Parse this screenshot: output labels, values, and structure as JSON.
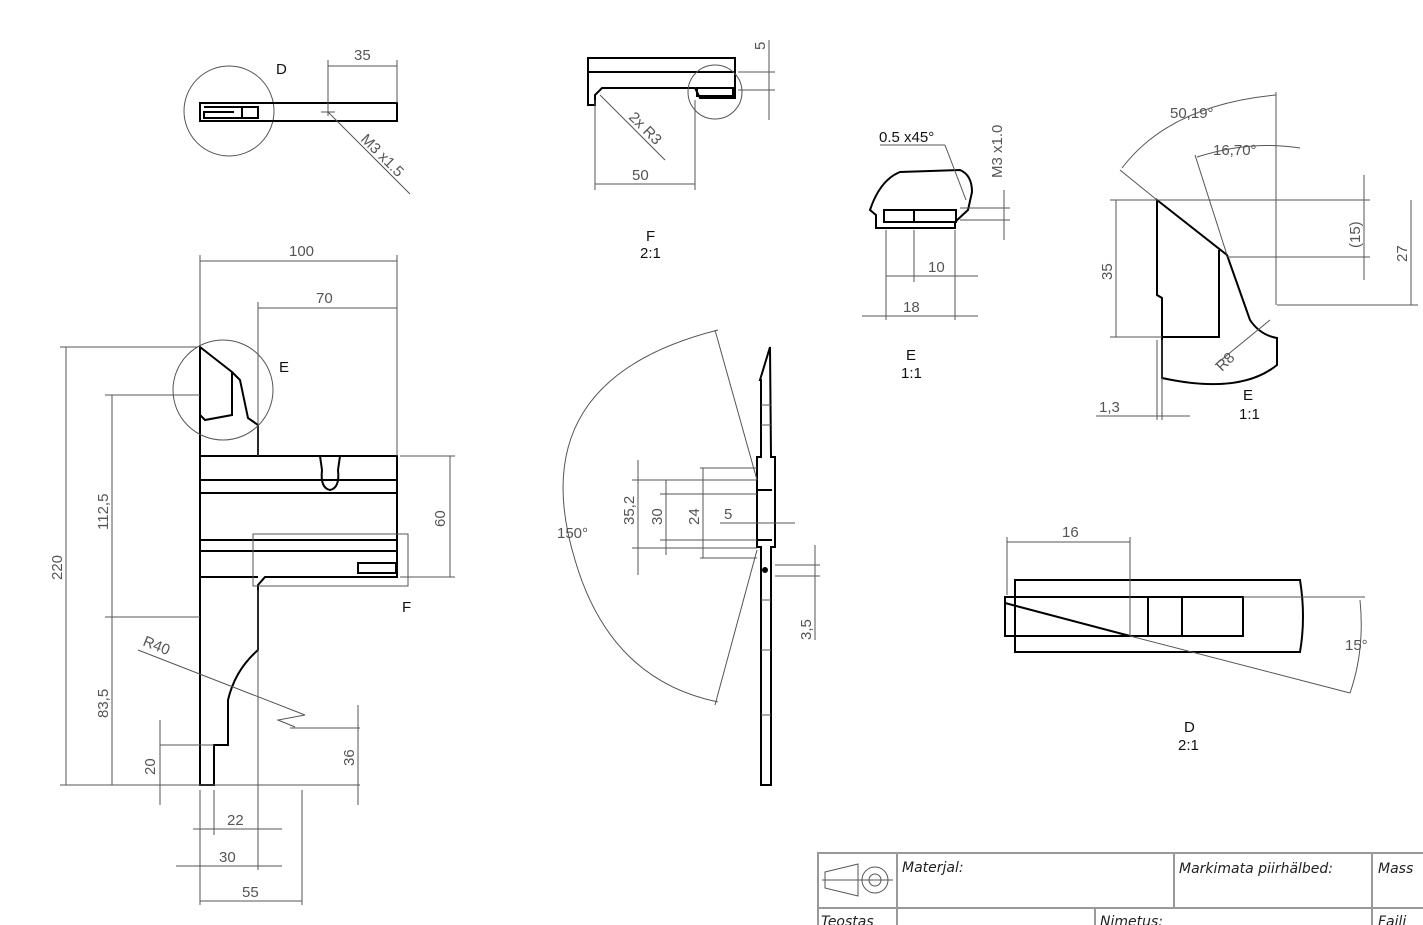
{
  "views": {
    "top": {
      "callout": "D",
      "dim_35": "35",
      "thread": "M3 x1.5"
    },
    "detail_f": {
      "dim_5": "5",
      "radius": "2x R3",
      "dim_50": "50",
      "label": "F",
      "scale": "2:1"
    },
    "detail_e_small": {
      "chamfer": "0.5 x45°",
      "thread": "M3 x1.0",
      "dim_10": "10",
      "dim_18": "18",
      "label": "E",
      "scale": "1:1"
    },
    "detail_e_large": {
      "angle_1": "50,19°",
      "angle_2": "16,70°",
      "dim_35": "35",
      "dim_15": "(15)",
      "dim_27": "27",
      "radius": "R8",
      "dim_1_3": "1,3",
      "label": "E",
      "scale": "1:1"
    },
    "main": {
      "dim_100": "100",
      "dim_70": "70",
      "callout_e": "E",
      "dim_220": "220",
      "dim_112_5": "112,5",
      "dim_60": "60",
      "callout_f": "F",
      "radius": "R40",
      "dim_83_5": "83,5",
      "dim_20": "20",
      "dim_36": "36",
      "dim_22": "22",
      "dim_30": "30",
      "dim_55": "55"
    },
    "side": {
      "angle": "150°",
      "dim_35_2": "35,2",
      "dim_30": "30",
      "dim_24": "24",
      "dim_5": "5",
      "dim_3_5": "3,5"
    },
    "detail_d": {
      "dim_16": "16",
      "angle": "15°",
      "label": "D",
      "scale": "2:1"
    }
  },
  "title_block": {
    "material": "Materjal:",
    "tolerances": "Markimata piirhälbed:",
    "mass": "Mass",
    "row2_a": "Teostas",
    "row2_b": "Nimetus:",
    "row2_c": "Faili"
  }
}
